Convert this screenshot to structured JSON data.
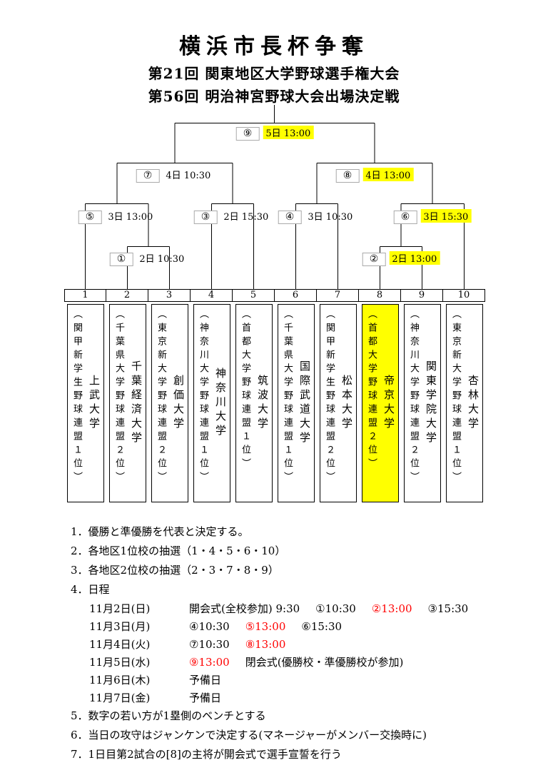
{
  "header": {
    "title": "横浜市長杯争奪",
    "subtitle1": "第21回 関東地区大学野球選手権大会",
    "subtitle2": "第56回 明治神宮野球大会出場決定戦"
  },
  "bracket": {
    "games": [
      {
        "num": "①",
        "time": "2日 10:30",
        "highlight": false
      },
      {
        "num": "②",
        "time": "2日 13:00",
        "highlight": true
      },
      {
        "num": "③",
        "time": "2日 15:30",
        "highlight": false
      },
      {
        "num": "④",
        "time": "3日 10:30",
        "highlight": false
      },
      {
        "num": "⑤",
        "time": "3日 13:00",
        "highlight": false
      },
      {
        "num": "⑥",
        "time": "3日 15:30",
        "highlight": true
      },
      {
        "num": "⑦",
        "time": "4日 10:30",
        "highlight": false
      },
      {
        "num": "⑧",
        "time": "4日 13:00",
        "highlight": true
      },
      {
        "num": "⑨",
        "time": "5日 13:00",
        "highlight": true
      }
    ],
    "teams": [
      {
        "no": "1",
        "name": "上武大学",
        "league": "（関甲新学生野球連盟１位）",
        "highlight": false
      },
      {
        "no": "2",
        "name": "千葉経済大学",
        "league": "（千葉県大学野球連盟２位）",
        "highlight": false
      },
      {
        "no": "3",
        "name": "創価大学",
        "league": "（東京新大学野球連盟２位）",
        "highlight": false
      },
      {
        "no": "4",
        "name": "神奈川大学",
        "league": "（神奈川大学野球連盟１位）",
        "highlight": false
      },
      {
        "no": "5",
        "name": "筑波大学",
        "league": "（首都大学野球連盟１位）",
        "highlight": false
      },
      {
        "no": "6",
        "name": "国際武道大学",
        "league": "（千葉県大学野球連盟１位）",
        "highlight": false
      },
      {
        "no": "7",
        "name": "松本大学",
        "league": "（関甲新学生野球連盟２位）",
        "highlight": false
      },
      {
        "no": "8",
        "name": "帝京大学",
        "league": "（首都大学野球連盟２位）",
        "highlight": true
      },
      {
        "no": "9",
        "name": "関東学院大学",
        "league": "（神奈川大学野球連盟２位）",
        "highlight": false
      },
      {
        "no": "10",
        "name": "杏林大学",
        "league": "（東京新大学野球連盟１位）",
        "highlight": false
      }
    ]
  },
  "notes": {
    "n1": "1．優勝と準優勝を代表と決定する。",
    "n2": "2．各地区1位校の抽選（1・4・5・6・10）",
    "n3": "3．各地区2位校の抽選（2・3・7・8・9）",
    "n4": "4．日程",
    "n5": "5．数字の若い方が1塁側のベンチとする",
    "n6": "6．当日の攻守はジャンケンで決定する(マネージャーがメンバー交換時に)",
    "n7": "7．1日目第2試合の[8]の主将が開会式で選手宣誓を行う"
  },
  "schedule": {
    "rows": [
      {
        "date": "11月2日(日)",
        "i0": "開会式(全校参加) 9:30",
        "i1": "①10:30",
        "i2": "②13:00",
        "i3": "③15:30"
      },
      {
        "date": "11月3日(月)",
        "i0": "④10:30",
        "i1": "⑤13:00",
        "i2": "⑥15:30"
      },
      {
        "date": "11月4日(火)",
        "i0": "⑦10:30",
        "i1": "⑧13:00"
      },
      {
        "date": "11月5日(水)",
        "i0": "⑨13:00",
        "i1": "閉会式(優勝校・準優勝校が参加)"
      },
      {
        "date": "11月6日(木)",
        "i0": "予備日"
      },
      {
        "date": "11月7日(金)",
        "i0": "予備日"
      }
    ]
  },
  "colors": {
    "highlight": "#ffff00",
    "red": "#ff0000",
    "line": "#000000"
  }
}
